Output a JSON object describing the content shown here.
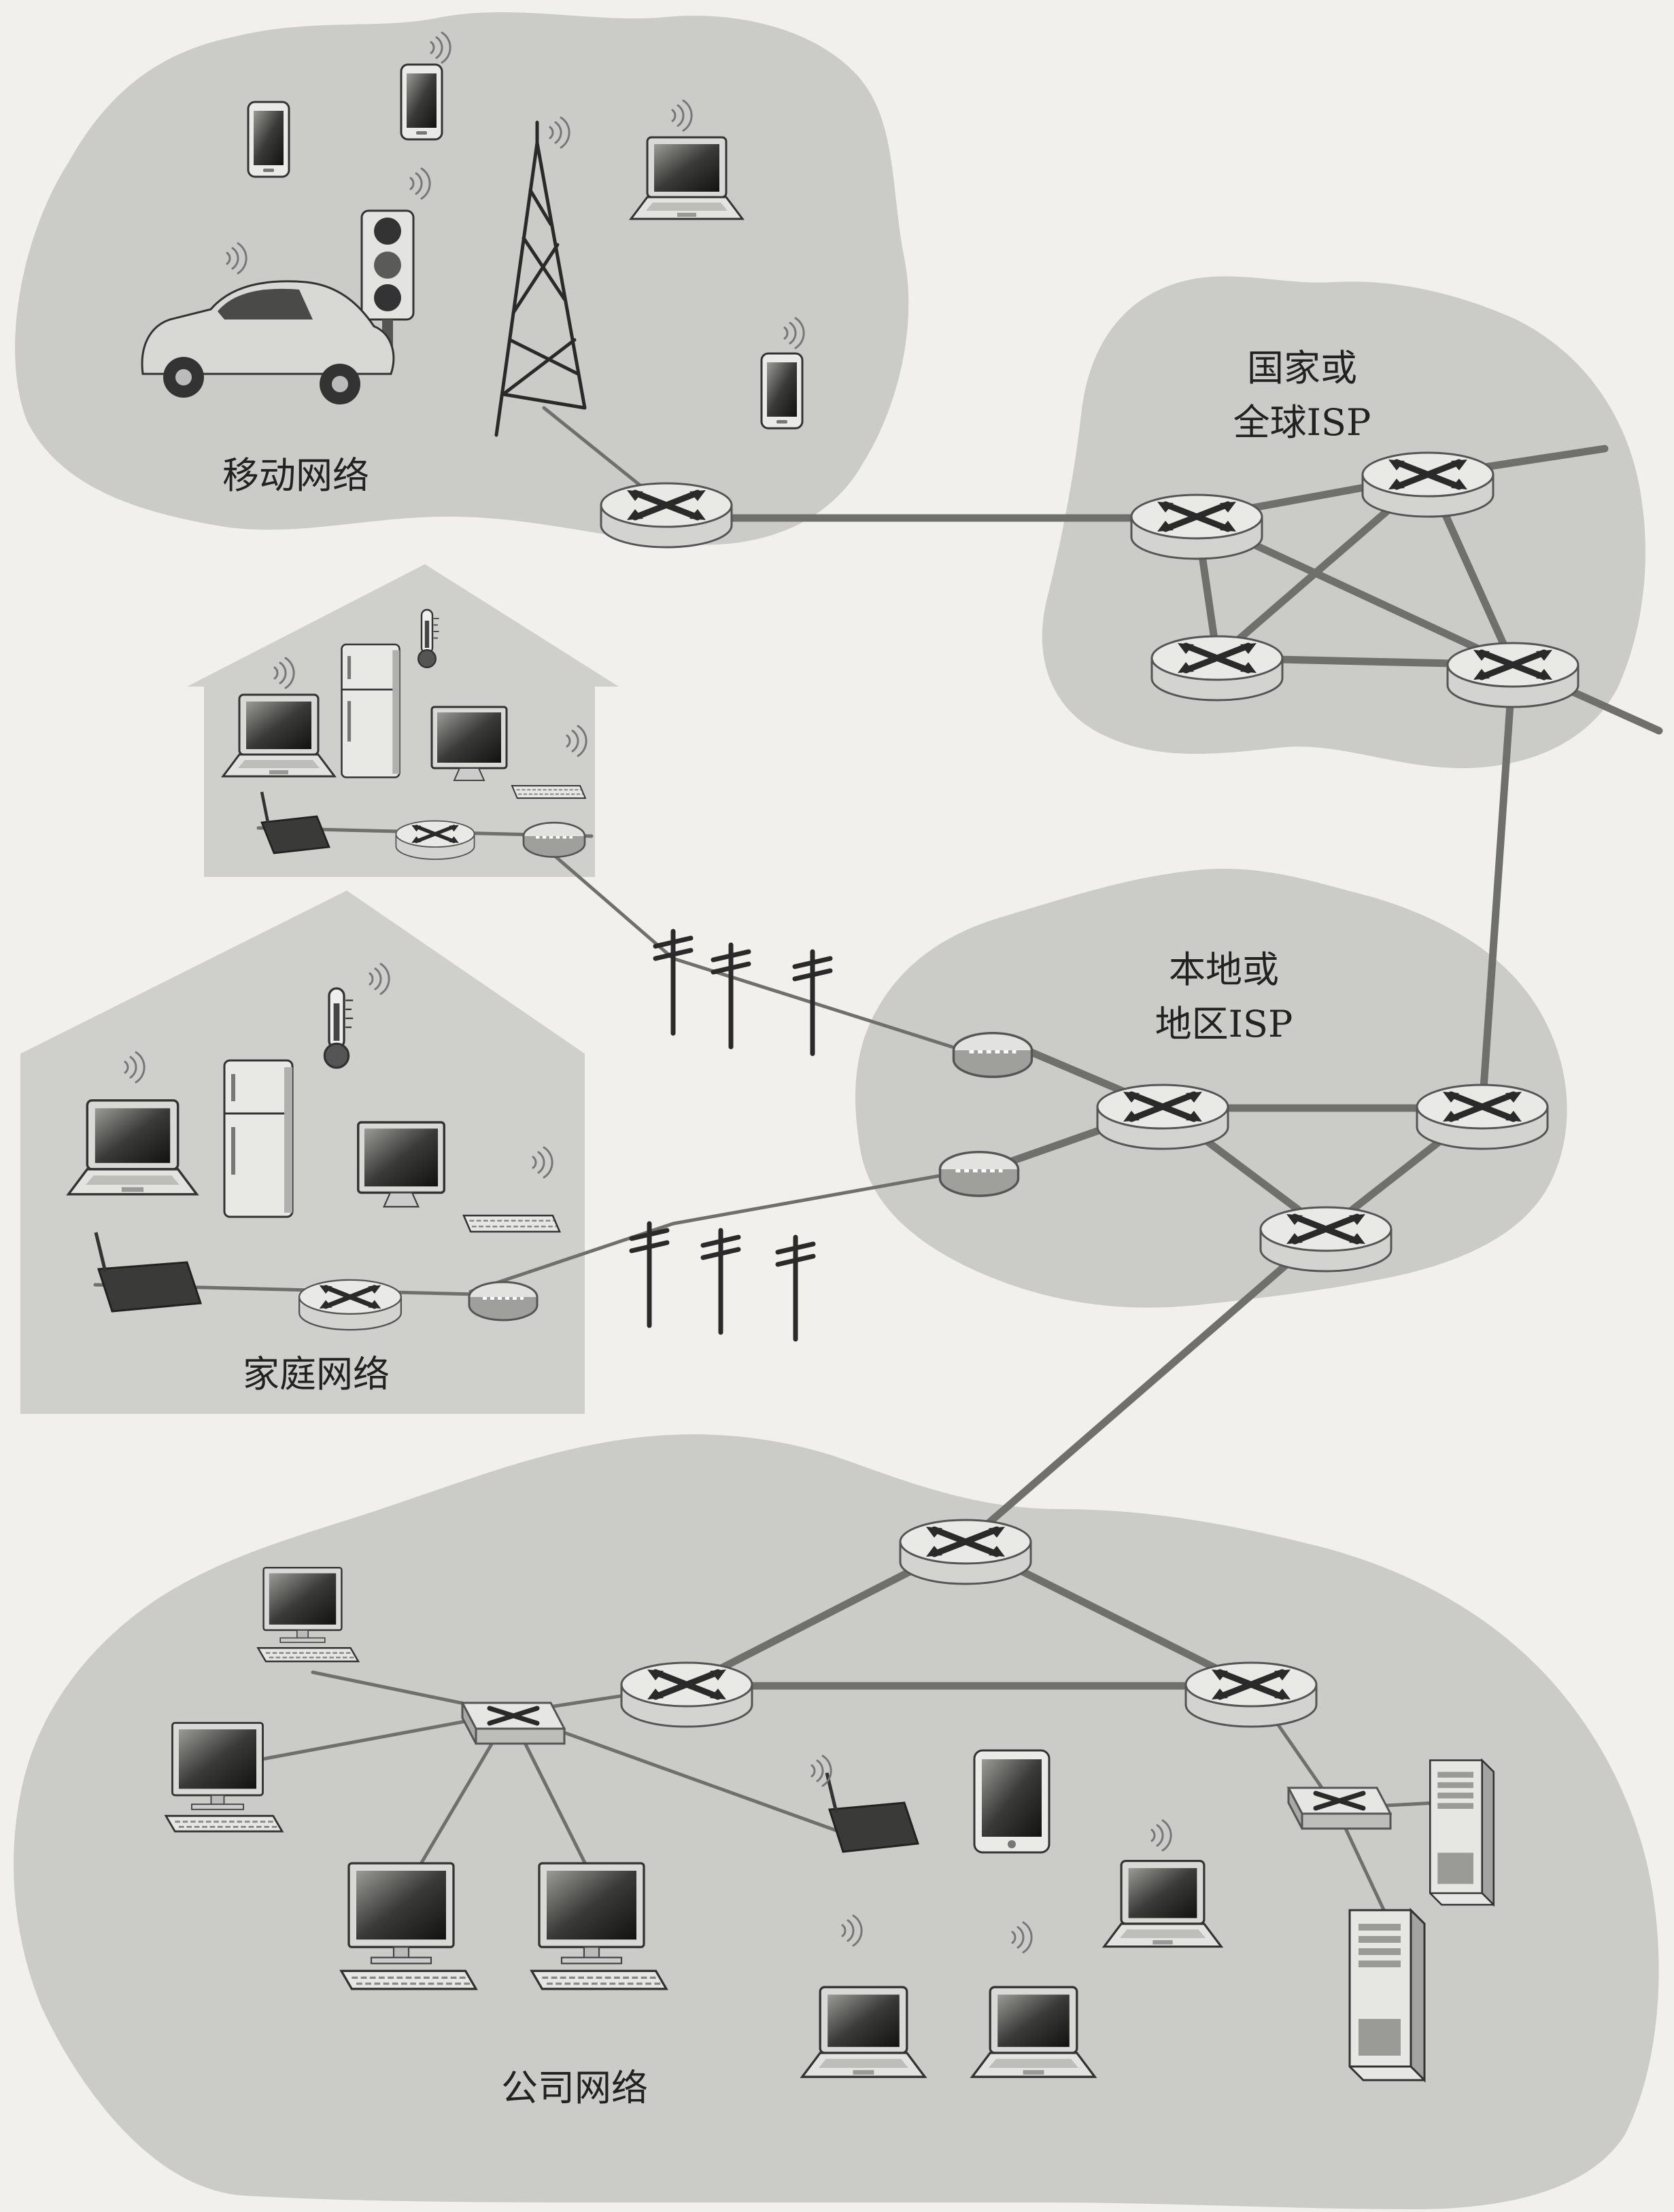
{
  "labels": {
    "mobile": "移动网络",
    "national_isp": [
      "国家或",
      "全球ISP"
    ],
    "local_isp": [
      "本地或",
      "地区ISP"
    ],
    "home": "家庭网络",
    "enterprise": "公司网络"
  },
  "colors": {
    "background": "#f1f0ec",
    "cloud": "#cbcbc7",
    "house": "#cfcfcb",
    "link": "#6f6f6b",
    "router_body": "#d3d3cf",
    "router_top": "#e9e9e6",
    "router_mark": "#2a2a2a"
  },
  "icons": [
    "router-icon",
    "switch-icon",
    "modem-icon",
    "cell-tower-icon",
    "traffic-light-icon",
    "car-icon",
    "smartphone-icon",
    "laptop-icon",
    "desktop-monitor-icon",
    "refrigerator-icon",
    "thermometer-icon",
    "keyboard-icon",
    "tablet-icon",
    "server-icon",
    "utility-pole-icon",
    "wifi-signal-icon"
  ]
}
